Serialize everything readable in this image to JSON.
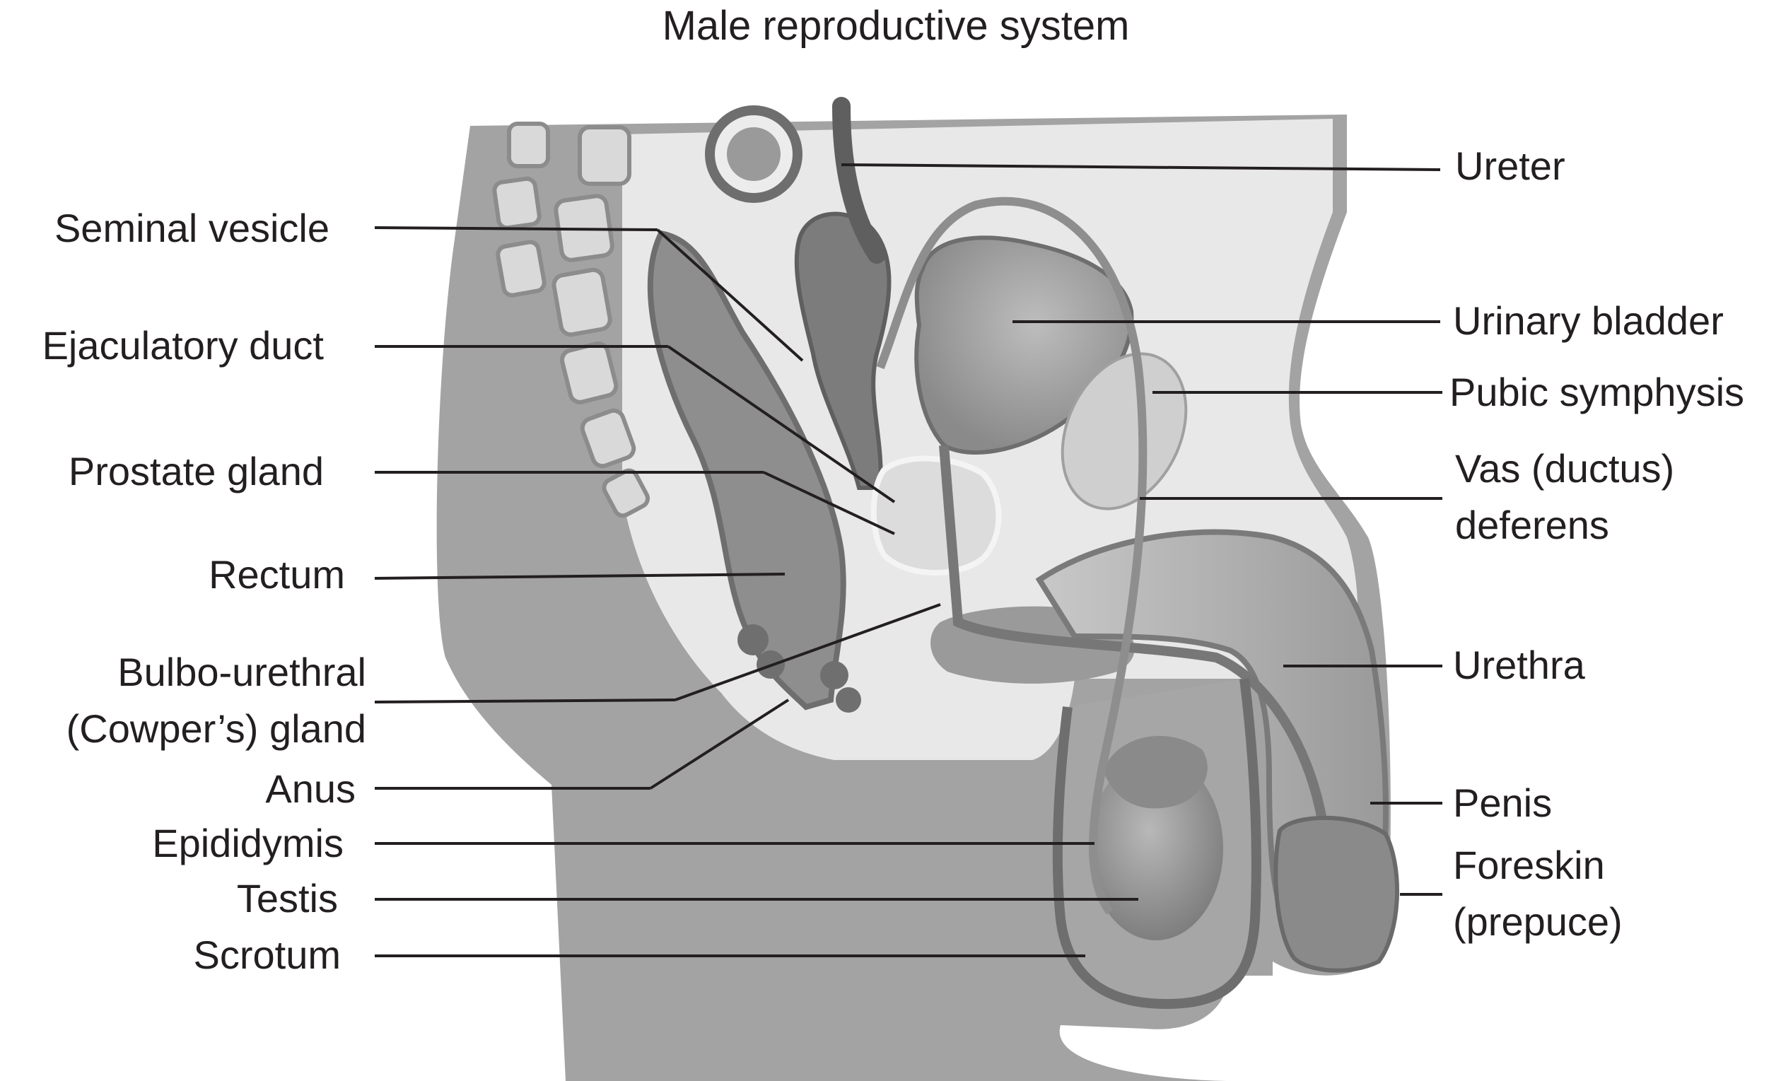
{
  "title": "Male reproductive system",
  "labels_left": [
    "Seminal vesicle",
    "Ejaculatory duct",
    "Prostate gland",
    "Rectum",
    "Bulbo-urethral",
    "(Cowper’s) gland",
    "Anus",
    "Epididymis",
    "Testis",
    "Scrotum"
  ],
  "labels_right": [
    "Ureter",
    "Urinary bladder",
    "Pubic symphysis",
    "Vas (ductus)",
    "deferens",
    "Urethra",
    "Penis",
    "Foreskin",
    "(prepuce)"
  ],
  "colors": {
    "text": "#231f20",
    "body_gray": "#a3a3a3",
    "light_gray": "#e6e6e6",
    "mid_gray": "#8c8c8c",
    "dark_gray": "#6e6e6e"
  }
}
